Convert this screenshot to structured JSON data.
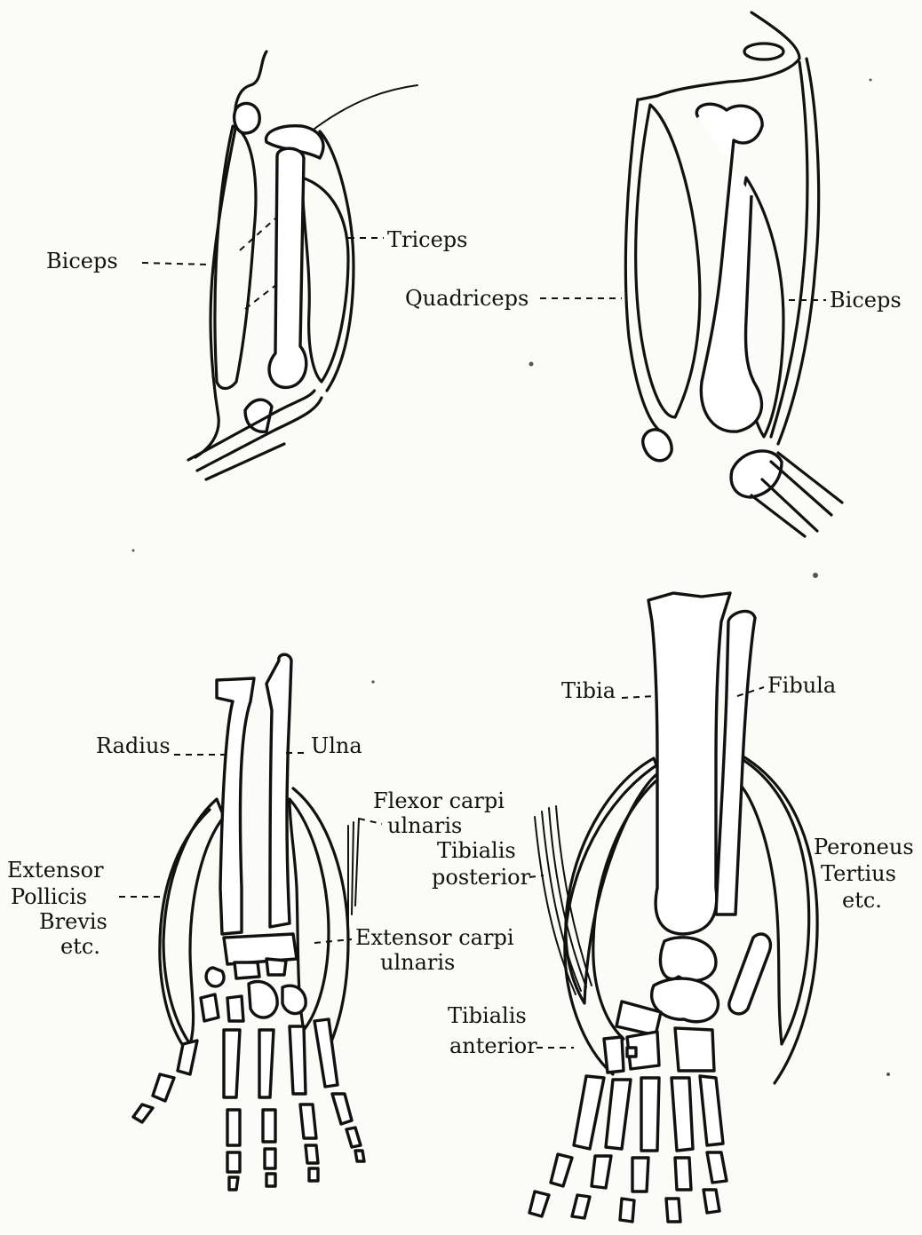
{
  "panels": {
    "arm": {
      "labels": {
        "biceps": "Biceps",
        "triceps": "Triceps"
      }
    },
    "leg": {
      "labels": {
        "quadriceps": "Quadriceps",
        "biceps": "Biceps"
      }
    },
    "forearm": {
      "labels": {
        "radius": "Radius",
        "ulna": "Ulna",
        "flexor_carpi_ulnaris_1": "Flexor carpi",
        "flexor_carpi_ulnaris_2": "ulnaris",
        "extensor_pollicis_1": "Extensor",
        "extensor_pollicis_2": "Pollicis",
        "extensor_pollicis_3": "Brevis",
        "extensor_pollicis_4": "etc.",
        "extensor_carpi_ulnaris_1": "Extensor carpi",
        "extensor_carpi_ulnaris_2": "ulnaris"
      }
    },
    "lower_leg": {
      "labels": {
        "tibia": "Tibia",
        "fibula": "Fibula",
        "tibialis_posterior_1": "Tibialis",
        "tibialis_posterior_2": "posterior",
        "peroneus_tertius_1": "Peroneus",
        "peroneus_tertius_2": "Tertius",
        "peroneus_tertius_3": "etc.",
        "tibialis_anterior_1": "Tibialis",
        "tibialis_anterior_2": "anterior"
      }
    }
  }
}
